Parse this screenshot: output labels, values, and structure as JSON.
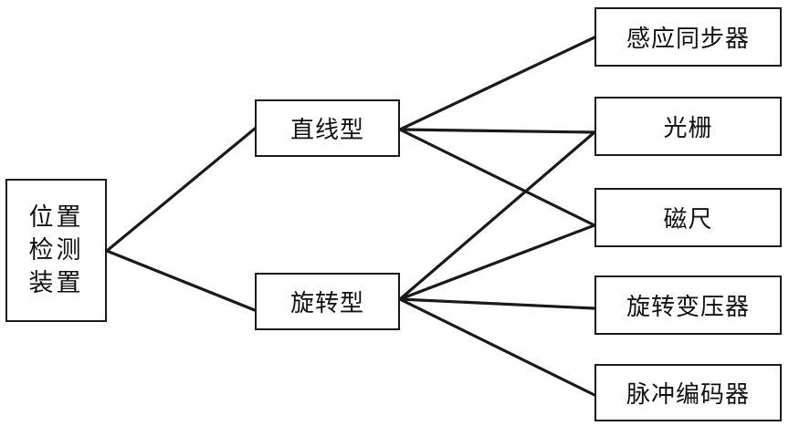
{
  "diagram": {
    "root": {
      "label": "位置检测装置"
    },
    "categories": [
      {
        "id": "linear",
        "label": "直线型"
      },
      {
        "id": "rotary",
        "label": "旋转型"
      }
    ],
    "devices": [
      {
        "id": "inductosyn",
        "label": "感应同步器"
      },
      {
        "id": "grating",
        "label": "光栅"
      },
      {
        "id": "magscale",
        "label": "磁尺"
      },
      {
        "id": "resolver",
        "label": "旋转变压器"
      },
      {
        "id": "encoder",
        "label": "脉冲编码器"
      }
    ],
    "connections": [
      {
        "from": "root",
        "to": "linear"
      },
      {
        "from": "root",
        "to": "rotary"
      },
      {
        "from": "linear",
        "to": "inductosyn"
      },
      {
        "from": "linear",
        "to": "grating"
      },
      {
        "from": "linear",
        "to": "magscale"
      },
      {
        "from": "rotary",
        "to": "grating"
      },
      {
        "from": "rotary",
        "to": "magscale"
      },
      {
        "from": "rotary",
        "to": "resolver"
      },
      {
        "from": "rotary",
        "to": "encoder"
      }
    ]
  }
}
